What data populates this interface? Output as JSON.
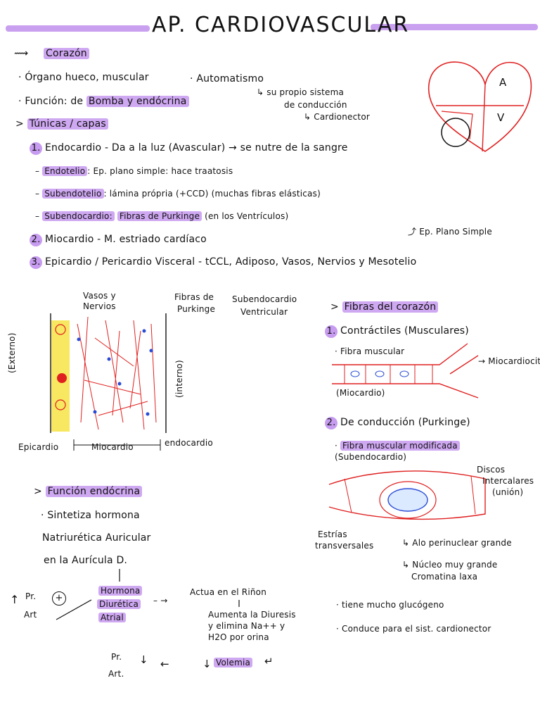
{
  "title": "AP. CARDIOVASCULAR",
  "heart": {
    "label_top": "A",
    "label_bottom": "V"
  },
  "section1": {
    "heading": "Corazón",
    "bullet1": "Órgano hueco, muscular",
    "bullet2_prefix": "Función: de",
    "bullet2_highlight": "Bomba y endócrina",
    "automatismo": "Automatismo",
    "automatismo_note1": "su propio sistema",
    "automatismo_note2": "de conducción",
    "automatismo_note3": "Cardionector"
  },
  "tunicas": {
    "heading": "Túnicas / capas",
    "item1_num": "1.",
    "item1": "Endocardio - Da a la luz (Avascular)",
    "item1_arrow": "se nutre de la sangre",
    "sub1_label": "Endotelio",
    "sub1": ": Ep. plano simple: hace traatosis",
    "sub2_label": "Subendotelio",
    "sub2": ": lámina própria (+CCD) (muchas fibras elásticas)",
    "sub3_label": "Subendocardio:",
    "sub3_highlight": "Fibras de Purkinge",
    "sub3_rest": "(en los Ventrículos)",
    "ep_note": "Ep. Plano Simple",
    "item2_num": "2.",
    "item2": "Miocardio - M. estriado cardíaco",
    "item3_num": "3.",
    "item3": "Epicardio / Pericardio Visceral - tCCL, Adiposo, Vasos, Nervios y Mesotelio"
  },
  "tissue_diagram": {
    "vasos": "Vasos y",
    "nervios": "Nervios",
    "fibras1": "Fibras de",
    "fibras2": "Purkinge",
    "subendo1": "Subendocardio",
    "subendo2": "Ventricular",
    "externo": "(Externo)",
    "interno": "(interno)",
    "epicardio": "Epicardio",
    "miocardio": "Miocardio",
    "endocardio": "endocardio"
  },
  "fibras": {
    "heading": "Fibras del corazón",
    "item1_num": "1.",
    "item1": "Contráctiles (Musculares)",
    "fibra_muscular": "Fibra muscular",
    "miocardiocito": "Miocardiocito",
    "miocardio_paren": "(Miocardio)",
    "item2_num": "2.",
    "item2": "De conducción (Purkinge)",
    "fibra_mod": "Fibra muscular modificada",
    "subendo_paren": "(Subendocardio)",
    "discos1": "Discos",
    "discos2": "Intercalares",
    "discos3": "(unión)",
    "estrias1": "Estrías",
    "estrias2": "transversales",
    "halo": "Alo perinuclear grande",
    "nucleo1": "Núcleo muy grande",
    "nucleo2": "Cromatina laxa",
    "glucogeno": "tiene mucho glucógeno",
    "conduce": "Conduce para el sist. cardionector"
  },
  "endocrina": {
    "heading": "Función endócrina",
    "line1": "Sintetiza hormona",
    "line2": "Natriurética Auricular",
    "line3": "en la Aurícula D.",
    "pr_art1": "Pr.",
    "pr_art2": "Art",
    "plus": "+",
    "hormona1": "Hormona",
    "hormona2": "Diurética",
    "hormona3": "Atrial",
    "actua": "Actua en el Riñon",
    "aumenta1": "Aumenta la Diuresis",
    "aumenta2": "y elimina Na++ y",
    "aumenta3": "H2O por orina",
    "volemia": "Volemia",
    "pr_art_down1": "Pr.",
    "pr_art_down2": "Art."
  }
}
